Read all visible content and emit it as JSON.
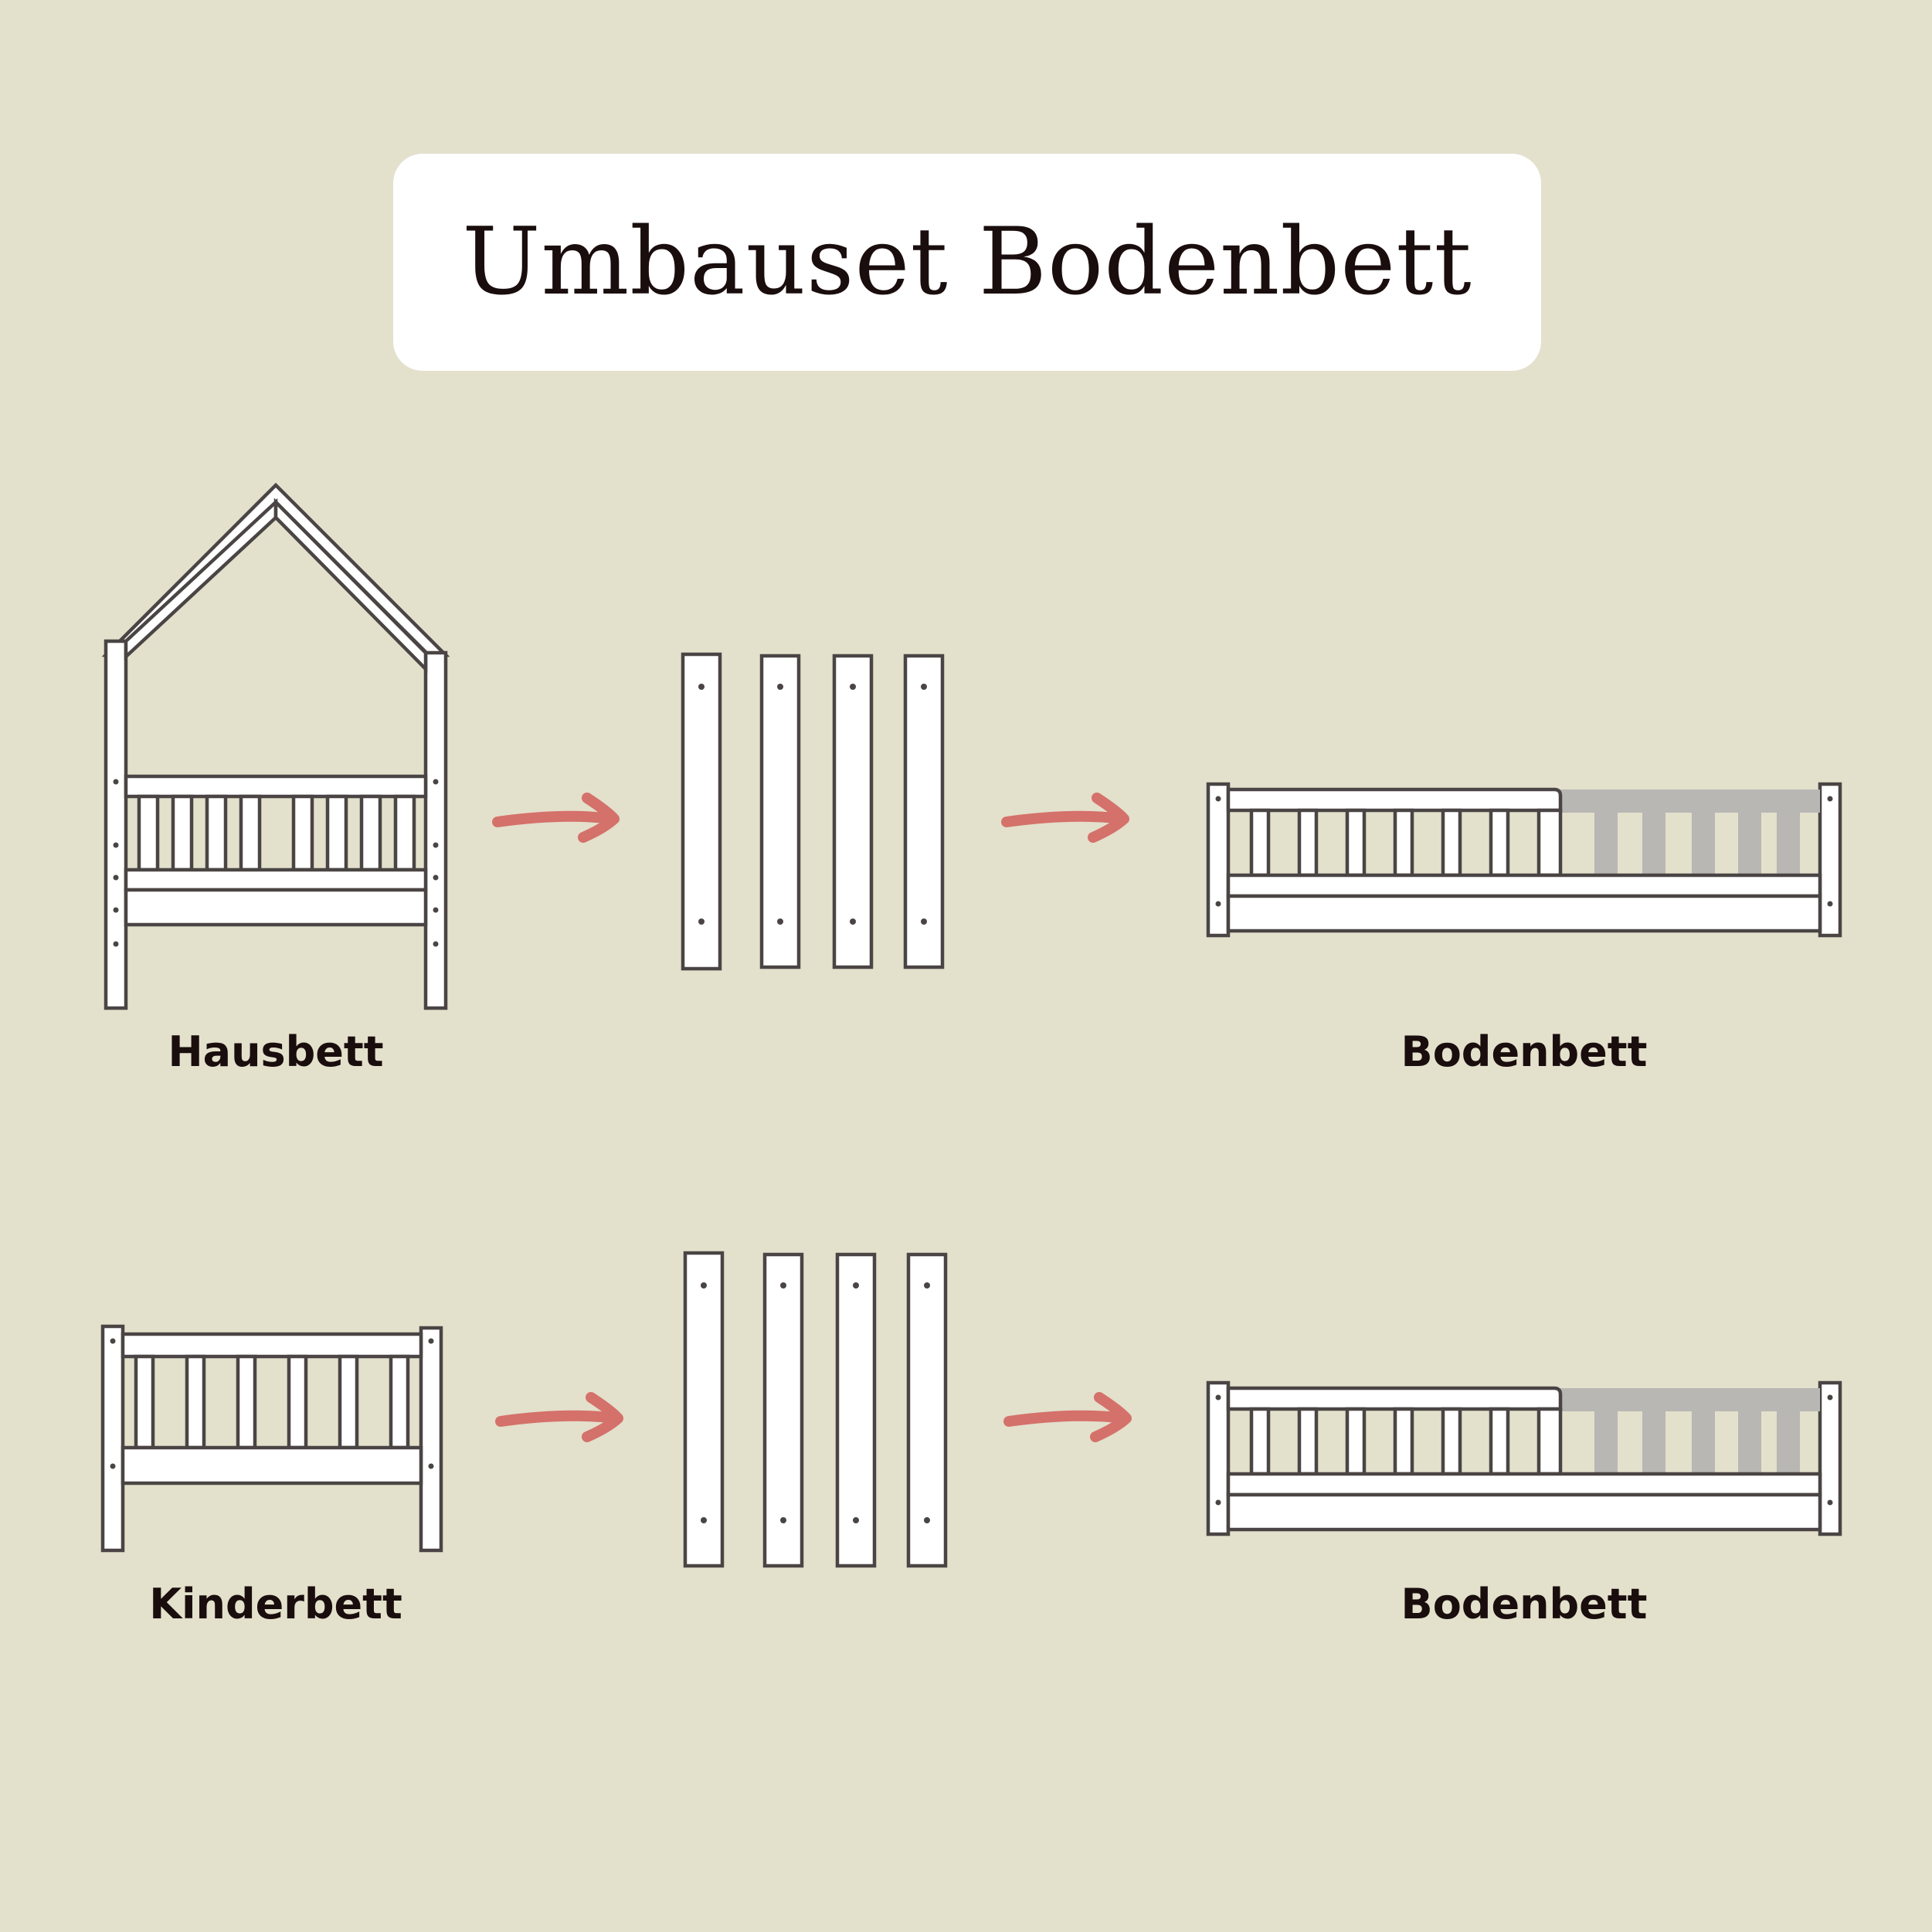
{
  "title": "Umbauset Bodenbett",
  "rows": [
    {
      "from_label": "Hausbett",
      "to_label": "Bodenbett"
    },
    {
      "from_label": "Kinderbett",
      "to_label": "Bodenbett"
    }
  ],
  "colors": {
    "background": "#e3e0cc",
    "card": "#ffffff",
    "outline": "#4a4544",
    "arrow": "#d4716a",
    "removable_part": "#b8b7b4",
    "text": "#1a0d0d"
  }
}
